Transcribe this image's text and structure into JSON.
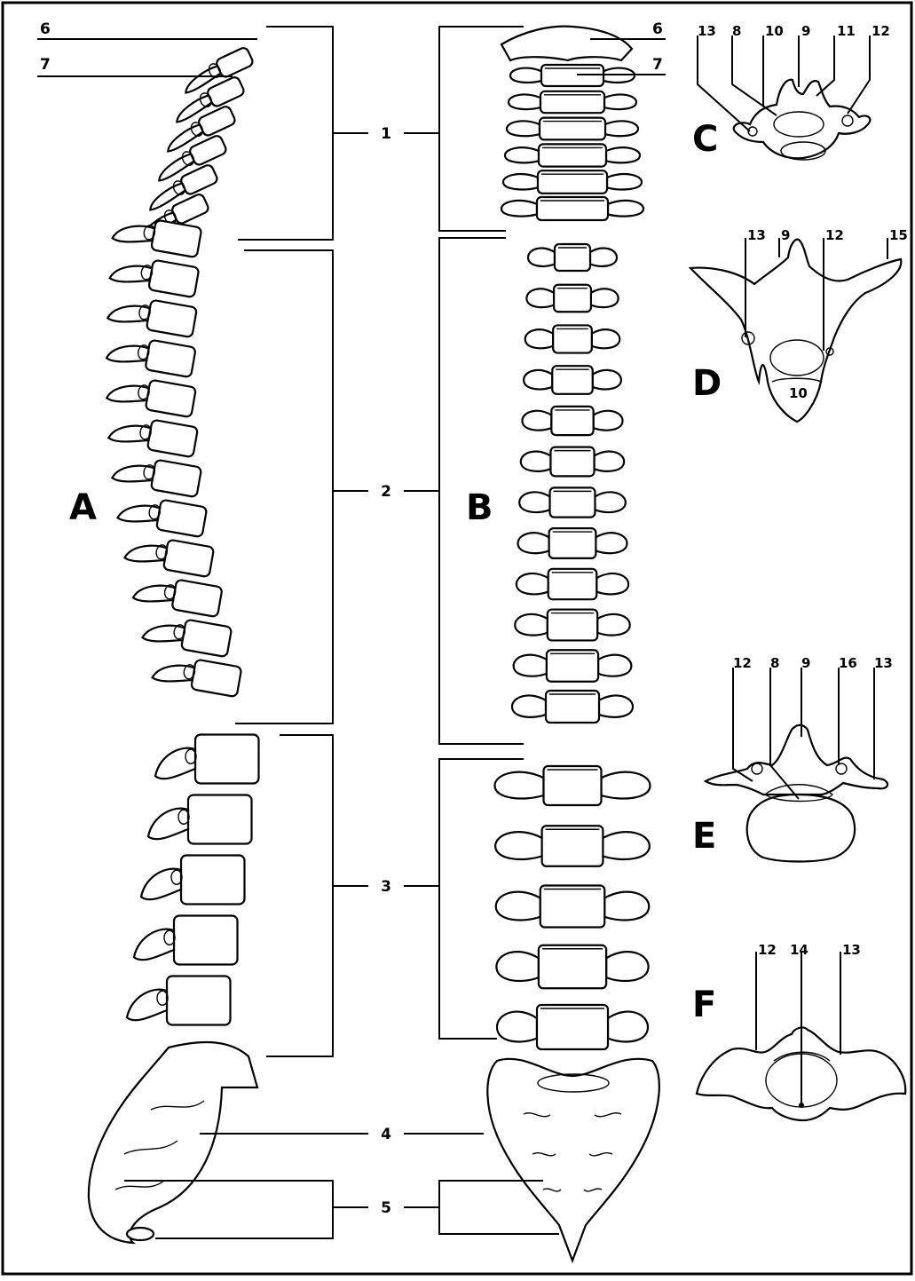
{
  "figure": {
    "view_labels": {
      "A": "A",
      "B": "B",
      "C": "C",
      "D": "D",
      "E": "E",
      "F": "F"
    },
    "region_numbers": [
      "1",
      "2",
      "3",
      "4",
      "5"
    ],
    "top_labels_A": [
      "6",
      "7"
    ],
    "top_labels_B": [
      "6",
      "7"
    ],
    "detail_C": [
      "13",
      "8",
      "10",
      "9",
      "11",
      "12"
    ],
    "detail_D": [
      "13",
      "9",
      "12",
      "15",
      "10"
    ],
    "detail_E": [
      "12",
      "8",
      "9",
      "16",
      "13"
    ],
    "detail_F": [
      "12",
      "14",
      "13"
    ]
  }
}
